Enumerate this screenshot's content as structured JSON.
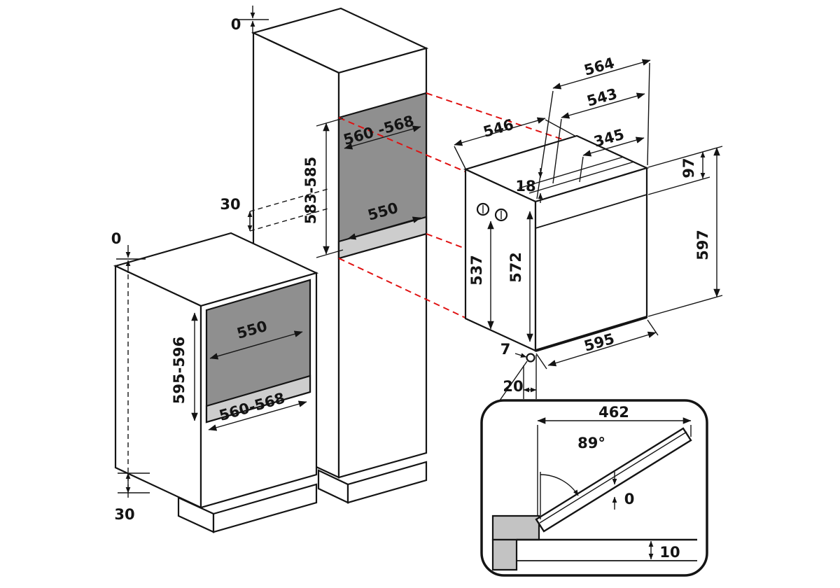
{
  "colors": {
    "line": "#141414",
    "red": "#e01212",
    "niche": "#8f8f8f",
    "niche_floor": "#cdcdcd",
    "panel": "#c3c3c3"
  },
  "tall_cabinet": {
    "flush_top": "0",
    "rear_gap": "30",
    "niche_width": "560 -568",
    "niche_height": "583-585",
    "niche_depth": "550"
  },
  "base_cabinet": {
    "flush_top": "0",
    "plinth_height": "30",
    "niche_depth": "550",
    "niche_height": "595-596",
    "niche_width": "560-568"
  },
  "oven": {
    "depth": "546",
    "width_top": "564",
    "width_body": "543",
    "width_fascia": "345",
    "top_step": "18",
    "panel_height": "97",
    "height_side": "537",
    "height_front": "572",
    "height_overall": "597",
    "width_front": "595",
    "bottom_gap": "7",
    "front_offset": "20"
  },
  "door_detail": {
    "width": "462",
    "angle": "89°",
    "gap_zero": "0",
    "gap_bottom": "10"
  }
}
